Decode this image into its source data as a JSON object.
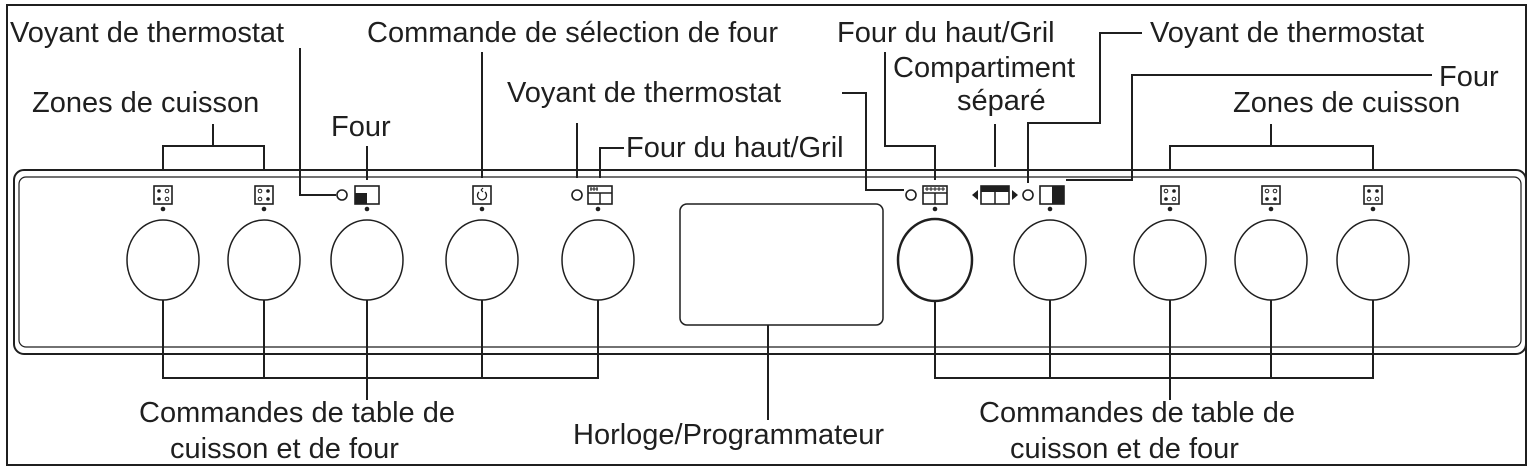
{
  "labels": {
    "top_left_thermostat": "Voyant de thermostat",
    "zones_left": "Zones de cuisson",
    "four_left": "Four",
    "oven_select": "Commande de sélection de four",
    "thermostat_middle": "Voyant de thermostat",
    "top_oven_left": "Four du haut/Gril",
    "top_oven_right": "Four du haut/Gril",
    "thermostat_right": "Voyant de thermostat",
    "compartment_line1": "Compartiment",
    "compartment_line2": "séparé",
    "four_right": "Four",
    "zones_right": "Zones de cuisson",
    "controls_left_line1": "Commandes de table de",
    "controls_left_line2": "cuisson et de four",
    "clock": "Horloge/Programmateur",
    "controls_right_line1": "Commandes de table de",
    "controls_right_line2": "cuisson et de four"
  },
  "colors": {
    "ink": "#1f1f1f",
    "background": "#ffffff"
  },
  "icons": {
    "hob_zone": "hob-zones-icon",
    "oven": "oven-icon",
    "oven_selector": "oven-selector-icon",
    "top_oven_grill": "top-oven-grill-icon",
    "compartment": "separate-compartment-icon",
    "thermostat_light": "thermostat-light-icon"
  }
}
